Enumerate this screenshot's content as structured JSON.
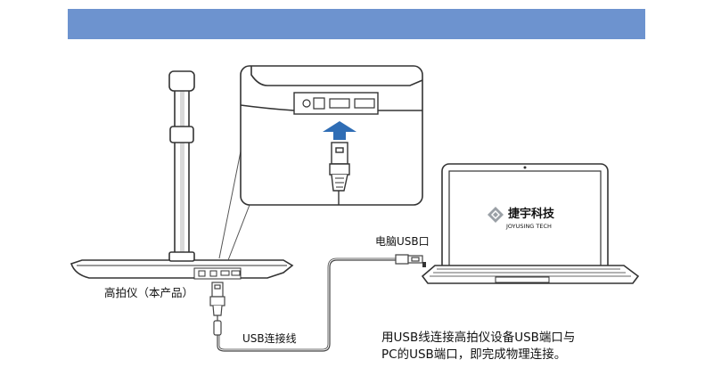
{
  "header": {
    "color": "#6d93cf"
  },
  "labels": {
    "scanner": "高拍仪（本产品）",
    "usb_cable": "USB连接线",
    "pc_port": "电脑USB口"
  },
  "laptop_screen": {
    "brand_cn": "捷宇科技",
    "brand_en": "JOYUSING TECH",
    "logo_color": "#9aa0a6"
  },
  "caption": {
    "line1": "用USB线连接高拍仪设备USB端口与",
    "line2": "PC的USB端口，即完成物理连接。"
  },
  "colors": {
    "arrow": "#2f6db5",
    "line": "#333333"
  }
}
